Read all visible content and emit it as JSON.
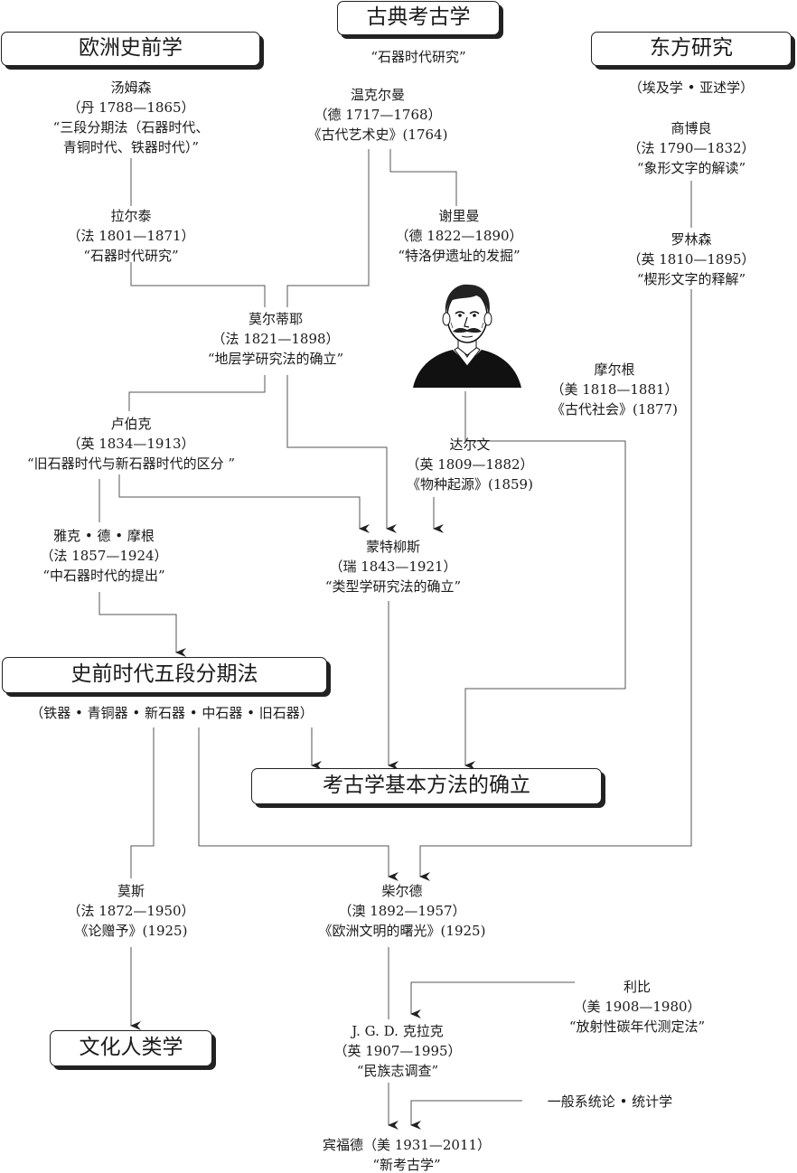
{
  "boxes": {
    "classical": "古典考古学",
    "europe": "欧洲史前学",
    "east": "东方研究",
    "five_period": "史前时代五段分期法",
    "method": "考古学基本方法的确立",
    "cultural_anthro": "文化人类学"
  },
  "captions": {
    "classical_sub": "“石器时代研究”",
    "east_sub": "（埃及学 • 亚述学）",
    "five_period_sub": "（铁器 • 青铜器 • 新石器 • 中石器 • 旧石器）"
  },
  "people": {
    "thomsen": {
      "name": "汤姆森",
      "dates": "（丹 1788—1865）",
      "work": "“三段分期法（石器时代、",
      "work2": "青铜时代、铁器时代）”"
    },
    "winckelmann": {
      "name": "温克尔曼",
      "dates": "（德 1717—1768）",
      "work": "《古代艺术史》(1764)"
    },
    "champollion": {
      "name": "商博良",
      "dates": "（法 1790—1832）",
      "work": "“象形文字的解读”"
    },
    "lartet": {
      "name": "拉尔泰",
      "dates": "（法 1801—1871）",
      "work": "“石器时代研究”"
    },
    "schliemann": {
      "name": "谢里曼",
      "dates": "（德 1822—1890）",
      "work": "“特洛伊遗址的发掘”"
    },
    "rawlinson": {
      "name": "罗林森",
      "dates": "（英 1810—1895）",
      "work": "“楔形文字的释解”"
    },
    "mortillet": {
      "name": "莫尔蒂耶",
      "dates": "（法 1821—1898）",
      "work": "“地层学研究法的确立”"
    },
    "morgan_lh": {
      "name": "摩尔根",
      "dates": "（美 1818—1881）",
      "work": "《古代社会》(1877)"
    },
    "lubbock": {
      "name": "卢伯克",
      "dates": "（英 1834—1913）",
      "work": "“旧石器时代与新石器时代的区分 ”"
    },
    "darwin": {
      "name": "达尔文",
      "dates": "（英 1809—1882）",
      "work": "《物种起源》(1859)"
    },
    "jmorgan": {
      "name": "雅克 • 德 • 摩根",
      "dates": "（法 1857—1924）",
      "work": "“中石器时代的提出”"
    },
    "montelius": {
      "name": "蒙特柳斯",
      "dates": "（瑞 1843—1921）",
      "work": "“类型学研究法的确立”"
    },
    "mauss": {
      "name": "莫斯",
      "dates": "（法 1872—1950）",
      "work": "《论赠予》(1925)"
    },
    "childe": {
      "name": "柴尔德",
      "dates": "（澳 1892—1957）",
      "work": "《欧洲文明的曙光》(1925)"
    },
    "libby": {
      "name": "利比",
      "dates": "（美 1908—1980）",
      "work": "“放射性碳年代测定法”"
    },
    "clark": {
      "name": "J. G. D. 克拉克",
      "dates": "（英 1907—1995）",
      "work": "“民族志调查”"
    },
    "systems": {
      "name": "一般系统论 • 统计学"
    },
    "binford": {
      "name": "宾福德（美 1931—2011）",
      "work": "“新考古学”"
    }
  }
}
